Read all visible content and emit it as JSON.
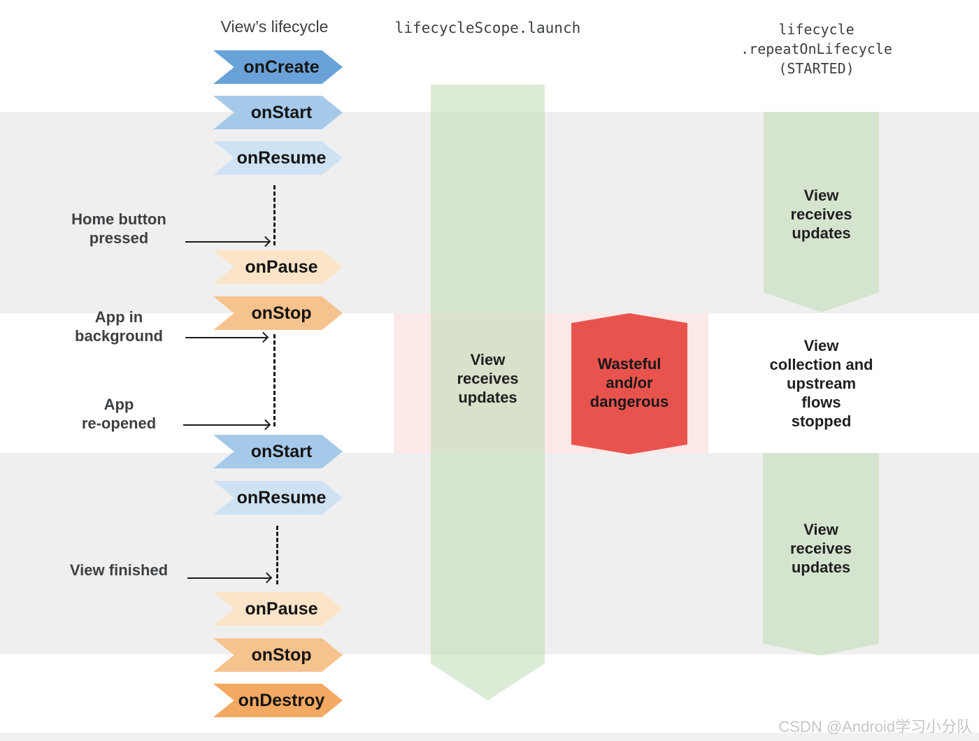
{
  "headers": {
    "left": "View’s lifecycle",
    "middle": "lifecycleScope.launch",
    "right": "lifecycle\n.repeatOnLifecycle\n(STARTED)"
  },
  "lifecycle_chevrons": [
    {
      "label": "onCreate",
      "color": "#68a2d8"
    },
    {
      "label": "onStart",
      "color": "#a5c9e9"
    },
    {
      "label": "onResume",
      "color": "#cee2f4"
    },
    {
      "label": "onPause",
      "color": "#fbe4c8"
    },
    {
      "label": "onStop",
      "color": "#f6c28d"
    },
    {
      "label": "onStart",
      "color": "#a5c9e9"
    },
    {
      "label": "onResume",
      "color": "#cee2f4"
    },
    {
      "label": "onPause",
      "color": "#fbe4c8"
    },
    {
      "label": "onStop",
      "color": "#f6c28d"
    },
    {
      "label": "onDestroy",
      "color": "#f3a961"
    }
  ],
  "annotations": [
    {
      "line1": "Home button",
      "line2": "pressed"
    },
    {
      "line1": "App in",
      "line2": "background"
    },
    {
      "line1": "App",
      "line2": "re-opened"
    },
    {
      "line1": "View finished",
      "line2": ""
    }
  ],
  "scope_column": {
    "band_text": "View\nreceives\nupdates",
    "warning_text": "Wasteful\nand/or\ndangerous"
  },
  "repeat_column": {
    "band1_text": "View\nreceives\nupdates",
    "middle_text": "View\ncollection and\nupstream\nflows\nstopped",
    "band2_text": "View\nreceives\nupdates"
  },
  "colors": {
    "green_band": "#d9e8d2",
    "pink_band": "#fbe9e8",
    "red_banner": "#e9534e",
    "stripe": "#efefef"
  },
  "watermark": "CSDN @Android学习小分队"
}
